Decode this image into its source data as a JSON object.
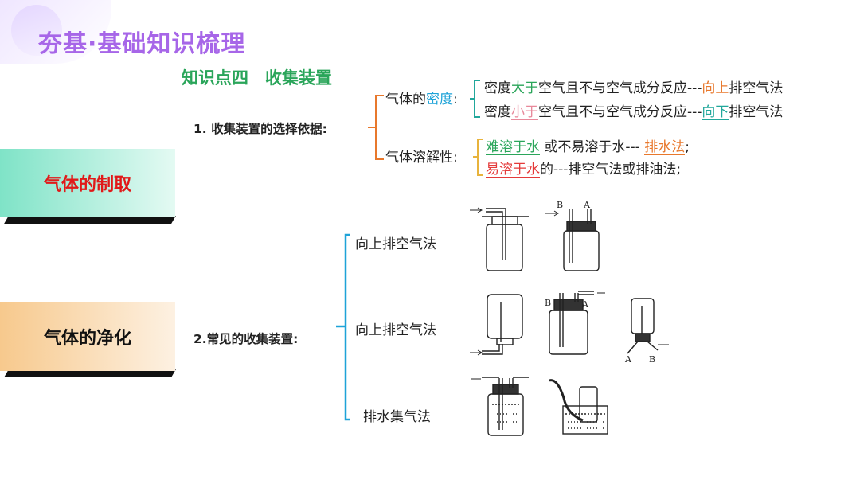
{
  "header": {
    "title": "夯基·基础知识梳理",
    "subtitle": "知识点四　收集装置"
  },
  "side_cards": [
    {
      "label": "气体的制取",
      "color": "#e11919"
    },
    {
      "label": "气体的净化",
      "color": "#111111"
    }
  ],
  "section1": {
    "label": "1. 收集装置的选择依据:",
    "density": {
      "prefix": "气体的",
      "keyword": "密度",
      "suffix": ":",
      "line1": {
        "pre": "密度",
        "key": "大于",
        "mid": "空气且不与空气成分反应---",
        "dir": "向上",
        "post": "排空气法"
      },
      "line2": {
        "pre": "密度",
        "key": "小于",
        "mid": "空气且不与空气成分反应---",
        "dir": "向下",
        "post": "排空气法"
      }
    },
    "solubility": {
      "label": "气体溶解性:",
      "line1": {
        "key": "难溶于水",
        "mid": " 或不易溶于水--- ",
        "method": "排水法",
        "post": ";"
      },
      "line2": {
        "key": "易溶于水",
        "mid": "的---排空气法或排油法;"
      }
    }
  },
  "section2": {
    "label": "2.常见的收集装置:",
    "methods": [
      "向上排空气法",
      "向上排空气法",
      "排水集气法"
    ],
    "apparatus_labels": {
      "a": "A",
      "b": "B"
    }
  },
  "colors": {
    "title": "#a766e8",
    "subtitle": "#2aa55a",
    "bracket_orange": "#e8782c",
    "bracket_teal": "#21a79b",
    "bracket_blue": "#1ea3d8"
  }
}
